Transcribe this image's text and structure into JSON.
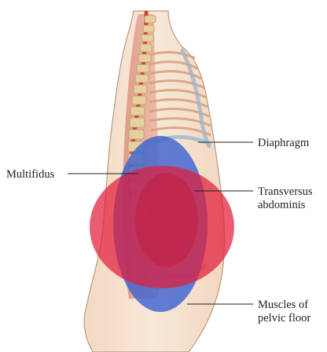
{
  "labels": {
    "diaphragm": "Diaphragm",
    "multifidus": "Multifidus",
    "transversus": "Transversus\nabdominis",
    "pelvic_floor": "Muscles of\npelvic floor"
  },
  "colors": {
    "skin": "#f6e3cf",
    "skin_outline": "#b89a82",
    "muscle": "#d77e6a",
    "rib": "#d9a27e",
    "vertebra": "#e6cfa0",
    "spinal_cord": "#d63b2d",
    "blue_overlay": "#3e63cf",
    "red_overlay": "#e21d3a",
    "leader_line": "#222222"
  },
  "icons": {
    "figure": "torso-cross-section-illustration"
  }
}
